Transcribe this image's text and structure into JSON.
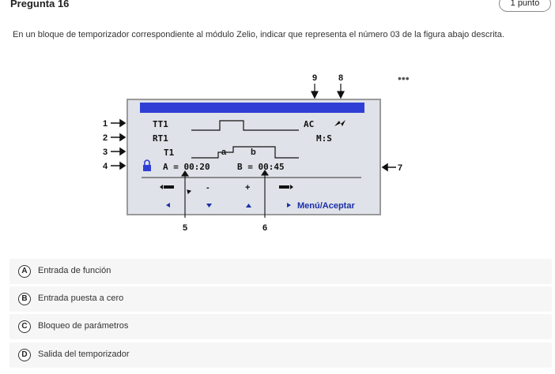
{
  "question": {
    "title": "Pregunta 16",
    "points": "1 punto",
    "text": "En un bloque de temporizador correspondiente al módulo Zelio, indicar que representa el número 03 de la figura abajo descrita.",
    "more_icon": "ellipsis-icon"
  },
  "figure": {
    "callouts": {
      "n1": "1",
      "n2": "2",
      "n3": "3",
      "n4": "4",
      "n5": "5",
      "n6": "6",
      "n7": "7",
      "n8": "8",
      "n9": "9"
    },
    "lines": {
      "row1_label": "TT1",
      "row1_right": "AC",
      "row2_label": "RT1",
      "row2_right": "M:S",
      "row3_label": "T1",
      "row3_a": "a",
      "row3_b": "b",
      "row4_a": "A = 00:20",
      "row4_b": "B = 00:45",
      "nav_minus": "-",
      "nav_plus": "+",
      "menu_label": "Menú/Aceptar"
    },
    "colors": {
      "header_bar": "#2f3fd6",
      "screen": "#dfe2e8",
      "frame": "#9a9a9a"
    }
  },
  "options": [
    {
      "letter": "A",
      "text": "Entrada de función"
    },
    {
      "letter": "B",
      "text": "Entrada puesta a cero"
    },
    {
      "letter": "C",
      "text": "Bloqueo de parámetros"
    },
    {
      "letter": "D",
      "text": "Salida del temporizador"
    }
  ]
}
